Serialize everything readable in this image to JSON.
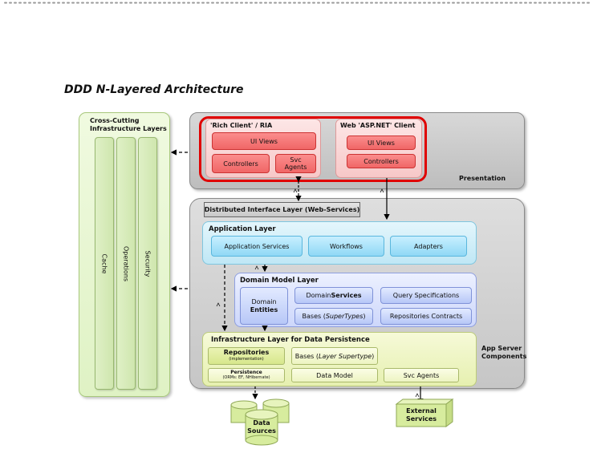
{
  "title": "DDD N-Layered Architecture",
  "cross_cutting": {
    "title_line1": "Cross-Cutting",
    "title_line2": "Infrastructure Layers",
    "columns": [
      "Cache",
      "Operations",
      "Security"
    ]
  },
  "presentation": {
    "label": "Presentation",
    "rich_client": {
      "title": "'Rich Client' / RIA",
      "ui_views": "UI Views",
      "controllers": "Controllers",
      "svc_agents_line1": "Svc",
      "svc_agents_line2": "Agents"
    },
    "web_client": {
      "title": "Web 'ASP.NET' Client",
      "ui_views": "UI Views",
      "controllers": "Controllers"
    }
  },
  "distributed_interface": "Distributed Interface Layer (Web-Services)",
  "application_layer": {
    "title": "Application Layer",
    "items": [
      "Application Services",
      "Workflows",
      "Adapters"
    ]
  },
  "domain_model_layer": {
    "title": "Domain Model Layer",
    "entities_line1": "Domain",
    "entities_line2": "Entities",
    "domain_services_prefix": "Domain ",
    "domain_services_bold": "Services",
    "query_specifications": "Query Specifications",
    "bases_prefix": "Bases (",
    "bases_italic": "SuperTypes",
    "bases_suffix": ")",
    "repositories_contracts": "Repositories Contracts"
  },
  "infrastructure_layer": {
    "title": "Infrastructure Layer for Data Persistence",
    "repositories": "Repositories",
    "repositories_sub": "(implementation)",
    "bases_prefix": "Bases (",
    "bases_italic": "Layer Supertype",
    "bases_suffix": ")",
    "persistence": "Persistence",
    "persistence_sub": "(ORMs: EF, NHibernate)",
    "data_model": "Data Model",
    "svc_agents": "Svc Agents"
  },
  "app_server": {
    "line1": "App Server",
    "line2": "Components"
  },
  "data_sources": {
    "line1": "Data",
    "line2": "Sources"
  },
  "external_services": {
    "line1": "External",
    "line2": "Services"
  },
  "colors": {
    "highlight_frame": "#e00000",
    "presentation_box": "#f06666",
    "application_box": "#8fd8f5",
    "domain_box": "#b7c7f7",
    "infra_box": "#edf4c2",
    "cross_cutting": "#dff2c4"
  }
}
